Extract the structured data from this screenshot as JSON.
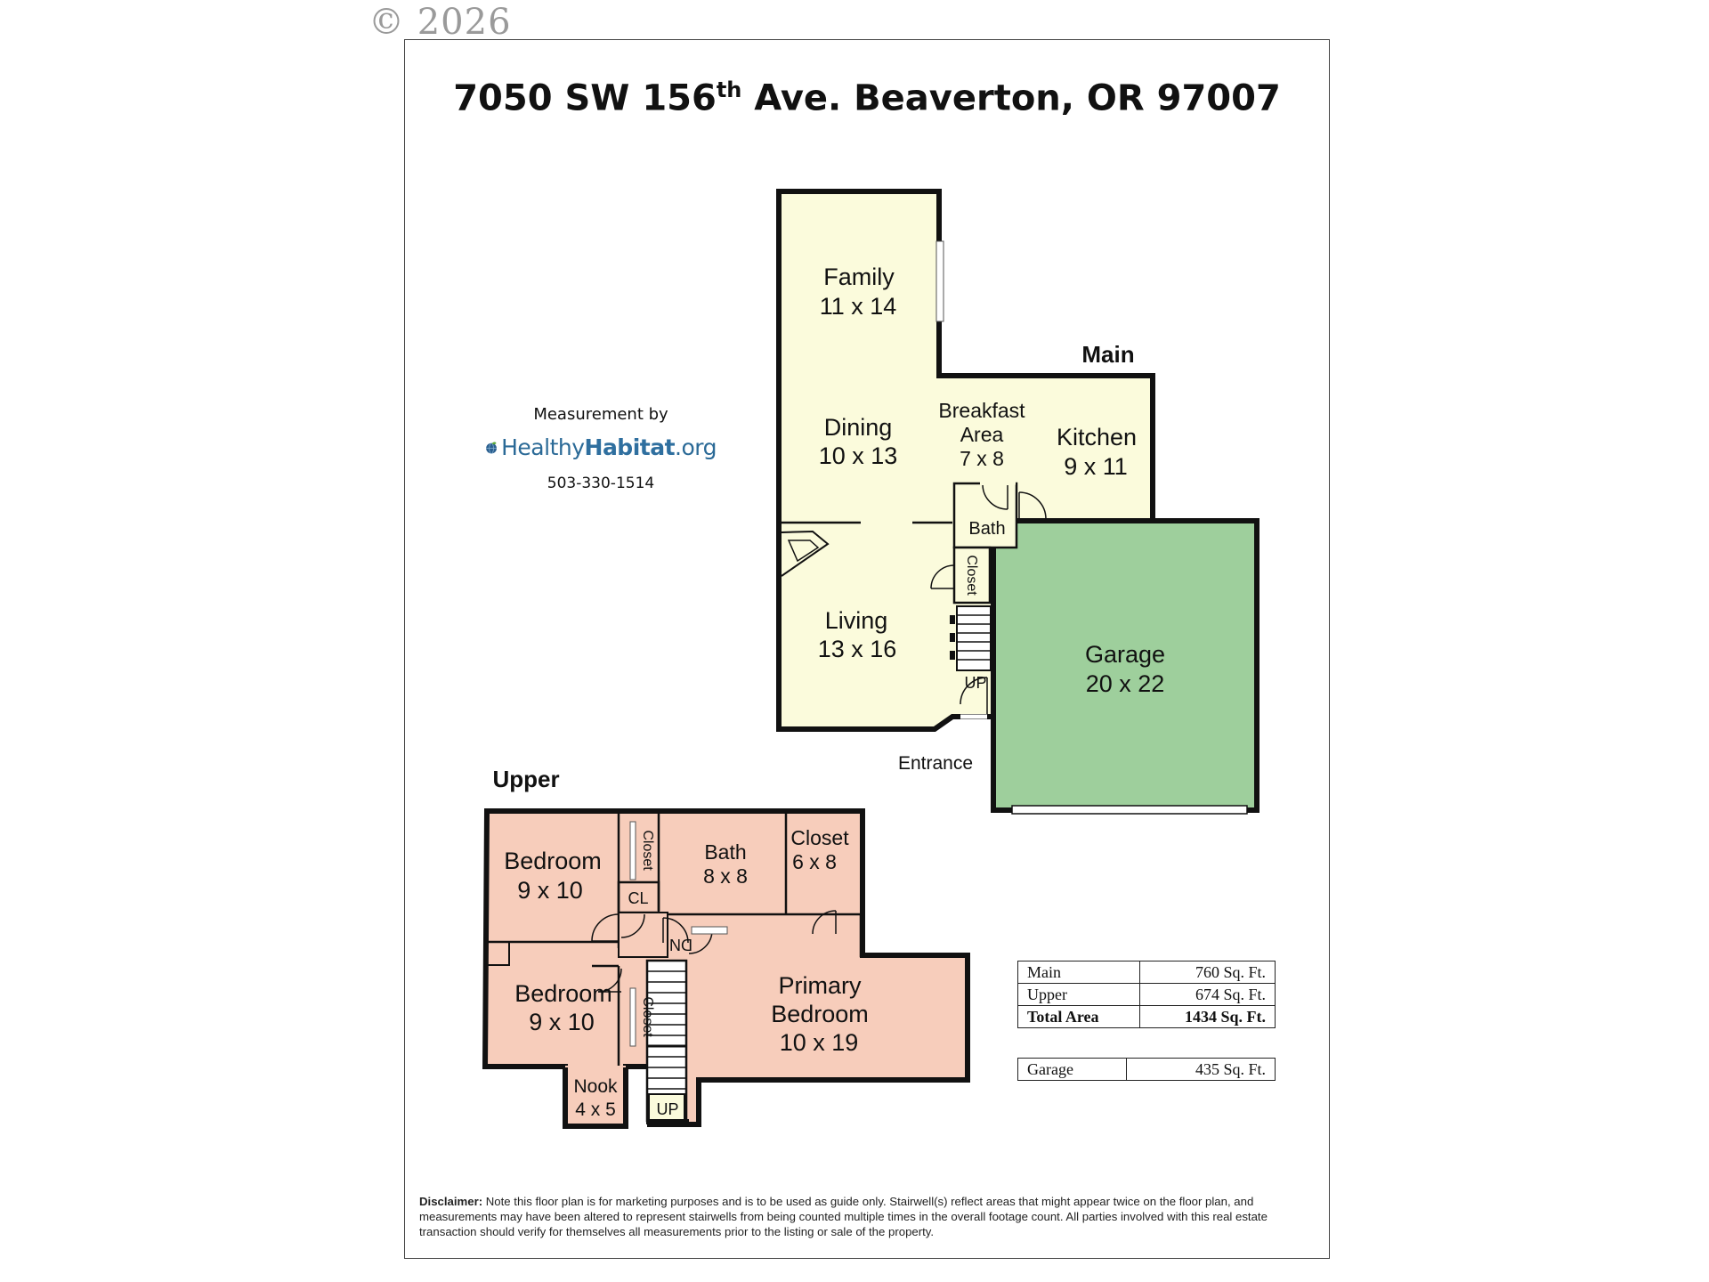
{
  "copyright": "© 2026",
  "address": {
    "line_pre": "7050 SW 156",
    "sup": "th",
    "line_post": " Ave. Beaverton, OR 97007"
  },
  "credit": {
    "measurement_by": "Measurement by",
    "logo_part1": "Healthy",
    "logo_part2": "Habitat",
    "logo_part3": ".org",
    "phone": "503-330-1514"
  },
  "colors": {
    "main_fill": "#fbfbdc",
    "garage_fill": "#9ecf9c",
    "upper_fill": "#f7cdbb",
    "wall": "#111111"
  },
  "floors": {
    "main_label": "Main",
    "upper_label": "Upper",
    "entrance": "Entrance"
  },
  "rooms": {
    "family_name": "Family",
    "family_dims": "11 x 14",
    "dining_name": "Dining",
    "dining_dims": "10 x 13",
    "breakfast_name1": "Breakfast",
    "breakfast_name2": "Area",
    "breakfast_dims": "7 x 8",
    "kitchen_name": "Kitchen",
    "kitchen_dims": "9 x 11",
    "main_bath": "Bath",
    "main_closet": "Closet",
    "living_name": "Living",
    "living_dims": "13 x 16",
    "main_up": "UP",
    "garage_name": "Garage",
    "garage_dims": "20 x 22",
    "bed1_name": "Bedroom",
    "bed1_dims": "9 x 10",
    "bed1_closet": "Closet",
    "cl": "CL",
    "upper_bath_name": "Bath",
    "upper_bath_dims": "8 x 8",
    "upper_closet_name": "Closet",
    "upper_closet_dims": "6 x 8",
    "dn": "DN",
    "bed2_name": "Bedroom",
    "bed2_dims": "9 x 10",
    "bed2_closet": "Closet",
    "primary_name1": "Primary",
    "primary_name2": "Bedroom",
    "primary_dims": "10 x 19",
    "nook_name": "Nook",
    "nook_dims": "4 x 5",
    "upper_up": "UP"
  },
  "areas": [
    {
      "label": "Main",
      "value": "760 Sq. Ft."
    },
    {
      "label": "Upper",
      "value": "674 Sq. Ft."
    },
    {
      "label": "Total Area",
      "value": "1434 Sq. Ft."
    }
  ],
  "garage_area": {
    "label": "Garage",
    "value": "435 Sq. Ft."
  },
  "disclaimer": {
    "label": "Disclaimer:",
    "text": " Note this floor plan is for marketing purposes and is to be used as guide only.  Stairwell(s) reflect areas that might appear twice on the floor plan, and measurements may have been altered to represent stairwells from being counted multiple times in the overall footage count.  All parties involved with this real estate transaction should verify for themselves all measurements prior to the listing or sale of the property."
  }
}
